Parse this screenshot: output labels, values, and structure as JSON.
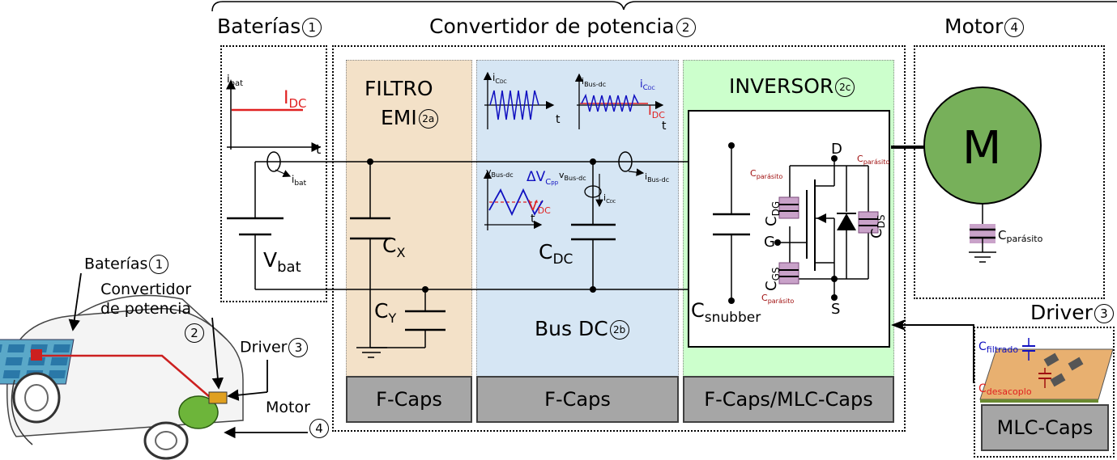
{
  "titles": {
    "baterias": "Baterías",
    "baterias_num": "1",
    "convertidor": "Convertidor de potencia",
    "convertidor_num": "2",
    "motor": "Motor",
    "motor_num": "4",
    "driver": "Driver",
    "driver_num": "3"
  },
  "filter": {
    "line1": "FILTRO",
    "line2": "EMI",
    "num": "2a"
  },
  "bus": {
    "label": "Bus DC",
    "num": "2b"
  },
  "inversor": {
    "label": "INVERSOR",
    "num": "2c"
  },
  "motor_symbol": "M",
  "caps_labels": {
    "filter": "F-Caps",
    "bus": "F-Caps",
    "inversor": "F-Caps/MLC-Caps",
    "driver": "MLC-Caps"
  },
  "circuit": {
    "i_bat_axis": "i",
    "i_bat_sub": "bat",
    "I_DC": "I",
    "I_DC_sub": "DC",
    "t": "t",
    "V_bat": "V",
    "V_bat_sub": "bat",
    "C_X": "C",
    "C_X_sub": "X",
    "C_Y": "C",
    "C_Y_sub": "Y",
    "C_DC": "C",
    "C_DC_sub": "DC",
    "i_cdc": "i",
    "i_cdc_sub": "C",
    "i_cdc_subsub": "DC",
    "i_bus": "i",
    "i_bus_sub": "Bus-dc",
    "v_bus": "v",
    "v_bus_sub": "Bus-dc",
    "delta_v": "ΔV",
    "delta_v_sub": "C",
    "delta_v_subsub": "pp",
    "V_DC": "V",
    "V_DC_sub": "DC",
    "C_snubber": "C",
    "C_snubber_sub": "snubber",
    "D": "D",
    "G": "G",
    "S": "S",
    "C_DG": "C",
    "C_DG_sub": "DG",
    "C_GS": "C",
    "C_GS_sub": "GS",
    "C_DS": "C",
    "C_DS_sub": "DS",
    "C_par": "C",
    "C_par_sub": "parásito",
    "C_filtrado": "C",
    "C_filtrado_sub": "filtrado",
    "C_desacoplo": "C",
    "C_desacoplo_sub": "desacoplo"
  },
  "car_labels": {
    "baterias": "Baterías",
    "baterias_num": "1",
    "convertidor_1": "Convertidor",
    "convertidor_2": "de potencia",
    "convertidor_num": "2",
    "driver": "Driver",
    "driver_num": "3",
    "motor": "Motor",
    "motor_num": "4"
  },
  "colors": {
    "filter_bg": "#f3e1c8",
    "bus_bg": "#d6e6f4",
    "inversor_bg": "#ccffcc",
    "motor_fill": "#77b05a",
    "caps_bg": "#a6a6a6",
    "parasitic": "#c9a2c9",
    "red": "#e02020",
    "blue": "#1010c0",
    "dark_red": "#a01010"
  }
}
